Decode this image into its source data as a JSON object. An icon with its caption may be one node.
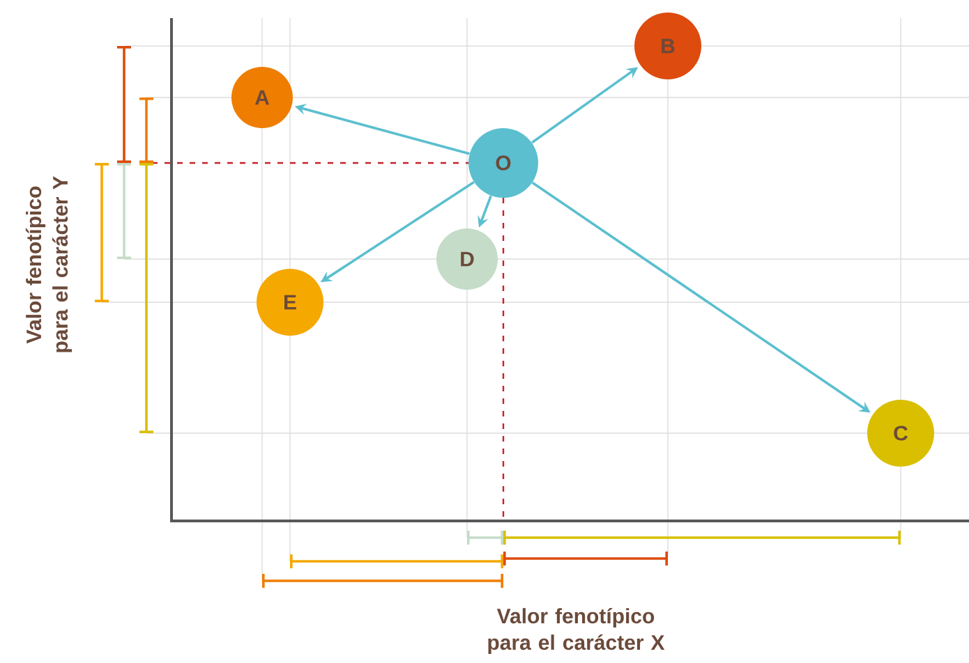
{
  "diagram": {
    "nodes": [
      {
        "text": [
          "O"
        ]
      },
      {
        "text": [
          "A"
        ]
      },
      {
        "text": [
          "B"
        ]
      },
      {
        "text": [
          "C"
        ]
      },
      {
        "text": [
          "D"
        ]
      },
      {
        "text": [
          "E"
        ]
      }
    ],
    "edges": [
      {
        "from": 0,
        "to": 1,
        "arrow": "to"
      },
      {
        "from": 0,
        "to": 2,
        "arrow": "to"
      },
      {
        "from": 0,
        "to": 3,
        "arrow": "to"
      },
      {
        "from": 0,
        "to": 4,
        "arrow": "to"
      },
      {
        "from": 0,
        "to": 5,
        "arrow": "to"
      }
    ],
    "labels": [
      "Valor fenotípico para el carácter Y",
      "Valor fenotípico para el carácter X"
    ]
  }
}
